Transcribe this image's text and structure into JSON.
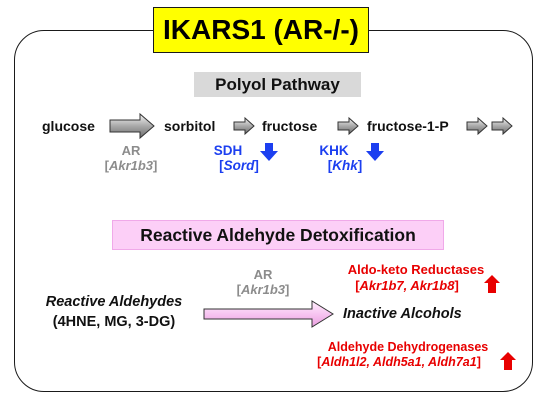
{
  "title": "IKARS1 (AR-/-)",
  "polyol": {
    "header": "Polyol Pathway",
    "metabolites": [
      "glucose",
      "sorbitol",
      "fructose",
      "fructose-1-P"
    ],
    "enzymes": [
      {
        "name": "AR",
        "gene": "Akr1b3"
      },
      {
        "name": "SDH",
        "gene": "Sord"
      },
      {
        "name": "KHK",
        "gene": "Khk"
      }
    ]
  },
  "detox": {
    "header": "Reactive Aldehyde Detoxification",
    "substrate": "Reactive Aldehydes",
    "substrate_examples": "(4HNE, MG, 3-DG)",
    "enzyme_name": "AR",
    "enzyme_gene": "Akr1b3",
    "product": "Inactive Alcohols",
    "akr": {
      "label": "Aldo-keto Reductases",
      "genes": "Akr1b7, Akr1b8"
    },
    "aldh": {
      "label": "Aldehyde Dehydrogenases",
      "genes": "Aldh1l2, Aldh5a1, Aldh7a1"
    }
  },
  "colors": {
    "title_bg": "#ffff00",
    "blue": "#1c3ff0",
    "red": "#e80000",
    "gray": "#8c8c8c",
    "pink": "#fccff7"
  }
}
